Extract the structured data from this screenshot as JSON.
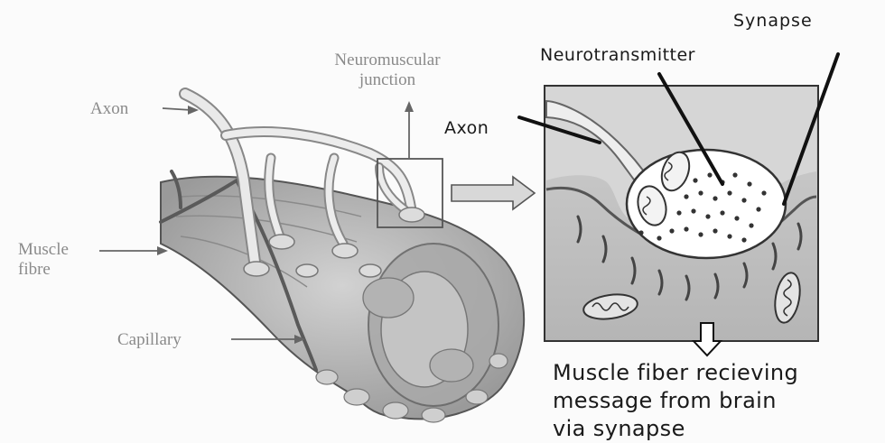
{
  "labels": {
    "synapse": "Synapse",
    "neurotransmitter": "Neurotransmitter",
    "axon_zoom": "Axon",
    "neuromuscular_junction": "Neuromuscular\njunction",
    "axon": "Axon",
    "muscle_fibre": "Muscle\nfibre",
    "capillary": "Capillary"
  },
  "caption": "Muscle fiber recieving\nmessage from brain\nvia synapse",
  "colors": {
    "background": "#fbfbfb",
    "muscle_fill": "#b9b9b9",
    "vesicle_fill": "#ffffff",
    "line": "#1a1a1a",
    "faded_text": "#8a8a8a"
  }
}
